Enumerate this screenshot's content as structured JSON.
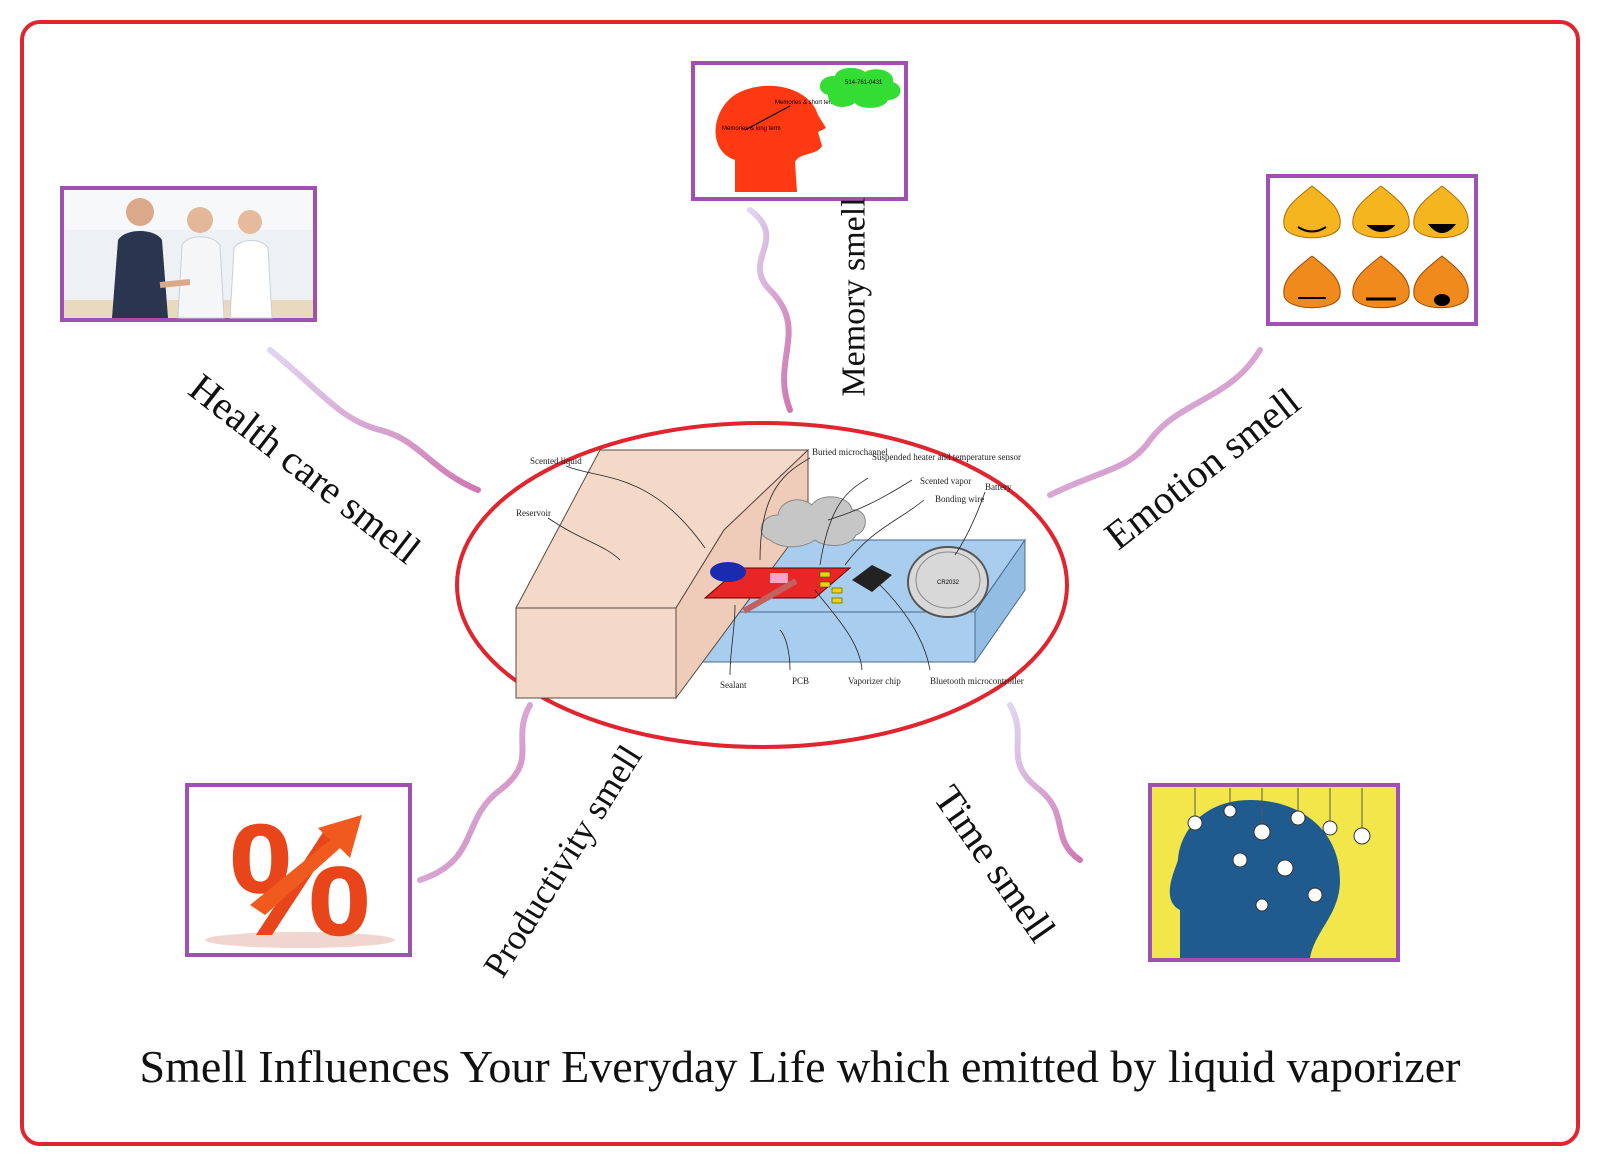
{
  "caption": "Smell Influences Your Everyday Life which emitted by liquid vaporizer",
  "categories": {
    "memory": "Memory smell",
    "health": "Health care smell",
    "emotion": "Emotion smell",
    "productivity": "Productivity smell",
    "time": "Time smell"
  },
  "device_labels": {
    "scented_liquid": "Scented liquid",
    "reservoir": "Reservoir",
    "buried_microchannel": "Buried microchannel",
    "suspended_heater": "Suspended heater and temperature sensor",
    "scented_vapor": "Scented vapor",
    "bonding_wire": "Bonding wire",
    "battery": "Battery",
    "sealant": "Sealant",
    "pcb": "PCB",
    "vaporizer_chip": "Vaporizer chip",
    "bluetooth": "Bluetooth microcontroller"
  },
  "memory_head_text": {
    "bubble": "514-761-0431",
    "long_term": "Memories & long term",
    "short_term": "Memories & short terms"
  },
  "battery_text": "CR2032",
  "percent_symbol": "%",
  "colors": {
    "frame": "#e0252f",
    "tile_border": "#a050b0",
    "smoke": "#c04a9a",
    "reservoir": "#f4d8c8",
    "pcb": "#a9cdee"
  }
}
